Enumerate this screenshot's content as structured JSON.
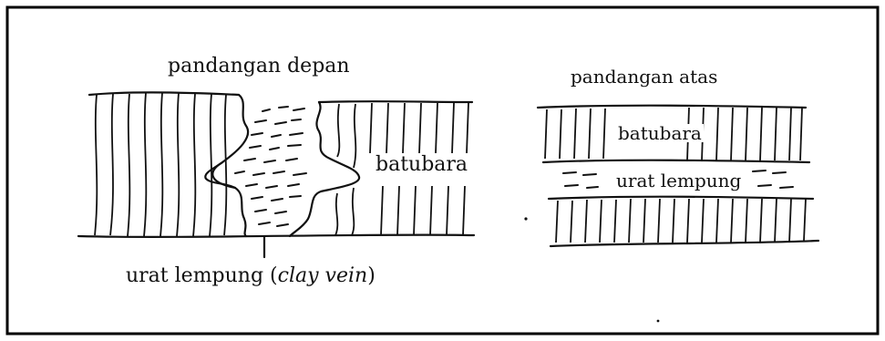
{
  "diagram": {
    "front_view": {
      "title": "pandangan depan",
      "coal_label": "batubara",
      "vein_label_main": "urat lempung (",
      "vein_label_italic": "clay vein",
      "vein_label_close": ")"
    },
    "top_view": {
      "title": "pandangan atas",
      "coal_label": "batubara",
      "vein_label": "urat lempung"
    }
  },
  "colors": {
    "ink": "#111111",
    "border": "#000000",
    "background": "#ffffff"
  }
}
